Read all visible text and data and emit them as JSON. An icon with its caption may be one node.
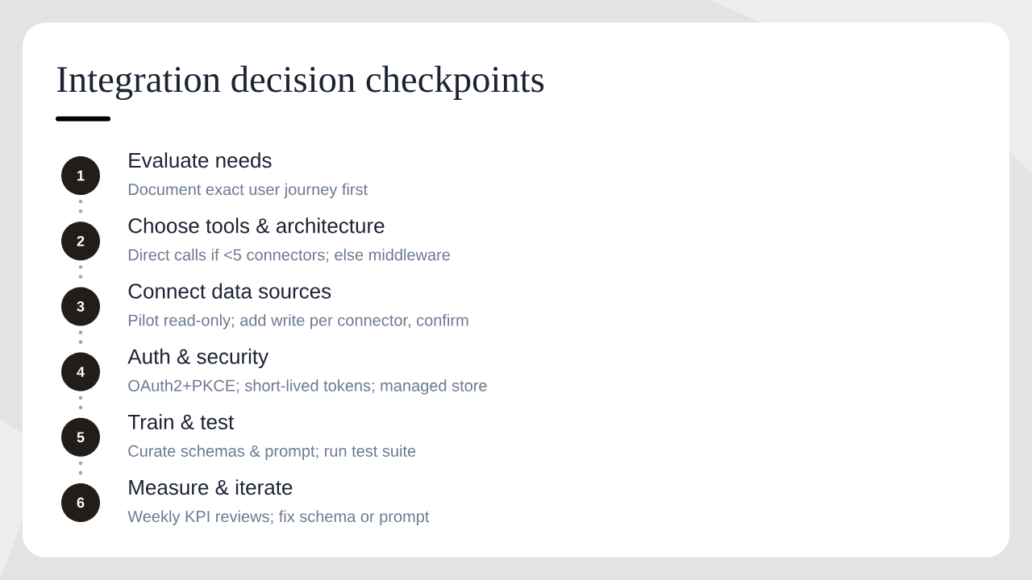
{
  "diagram": {
    "title": "Integration decision checkpoints",
    "nodes": [
      {
        "text": [
          "1"
        ],
        "beside": [
          "Evaluate needs",
          "Document exact user journey first"
        ]
      },
      {
        "text": [
          "2"
        ],
        "beside": [
          "Choose tools & architecture",
          "Direct calls if <5 connectors; else middleware"
        ]
      },
      {
        "text": [
          "3"
        ],
        "beside": [
          "Connect data sources",
          "Pilot read-only; add write per connector, confirm"
        ]
      },
      {
        "text": [
          "4"
        ],
        "beside": [
          "Auth & security",
          "OAuth2+PKCE; short-lived tokens; managed store"
        ]
      },
      {
        "text": [
          "5"
        ],
        "beside": [
          "Train & test",
          "Curate schemas & prompt; run test suite"
        ]
      },
      {
        "text": [
          "6"
        ],
        "beside": [
          "Measure & iterate",
          "Weekly KPI reviews; fix schema or prompt"
        ]
      }
    ],
    "edges": [
      {
        "from": 0,
        "to": 1,
        "arrow": "none",
        "style": "dashed"
      },
      {
        "from": 1,
        "to": 2,
        "arrow": "none",
        "style": "dashed"
      },
      {
        "from": 2,
        "to": 3,
        "arrow": "none",
        "style": "dashed"
      },
      {
        "from": 3,
        "to": 4,
        "arrow": "none",
        "style": "dashed"
      },
      {
        "from": 4,
        "to": 5,
        "arrow": "none",
        "style": "dashed"
      }
    ]
  }
}
